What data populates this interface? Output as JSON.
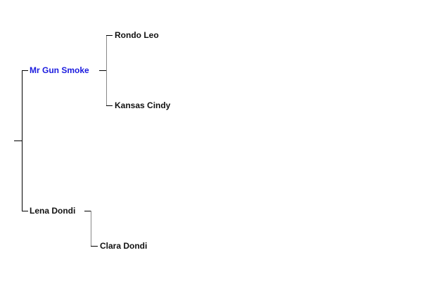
{
  "tree": {
    "root": {
      "children": [
        {
          "name": "Mr Gun Smoke",
          "selected": true,
          "children": [
            {
              "name": "Rondo Leo"
            },
            {
              "name": "Kansas Cindy"
            }
          ]
        },
        {
          "name": "Lena Dondi",
          "selected": false,
          "children": [
            {
              "name": "Clara Dondi"
            }
          ]
        }
      ]
    }
  },
  "colors": {
    "selected": "#1a1adf",
    "text": "#111111",
    "line": "#000000"
  }
}
